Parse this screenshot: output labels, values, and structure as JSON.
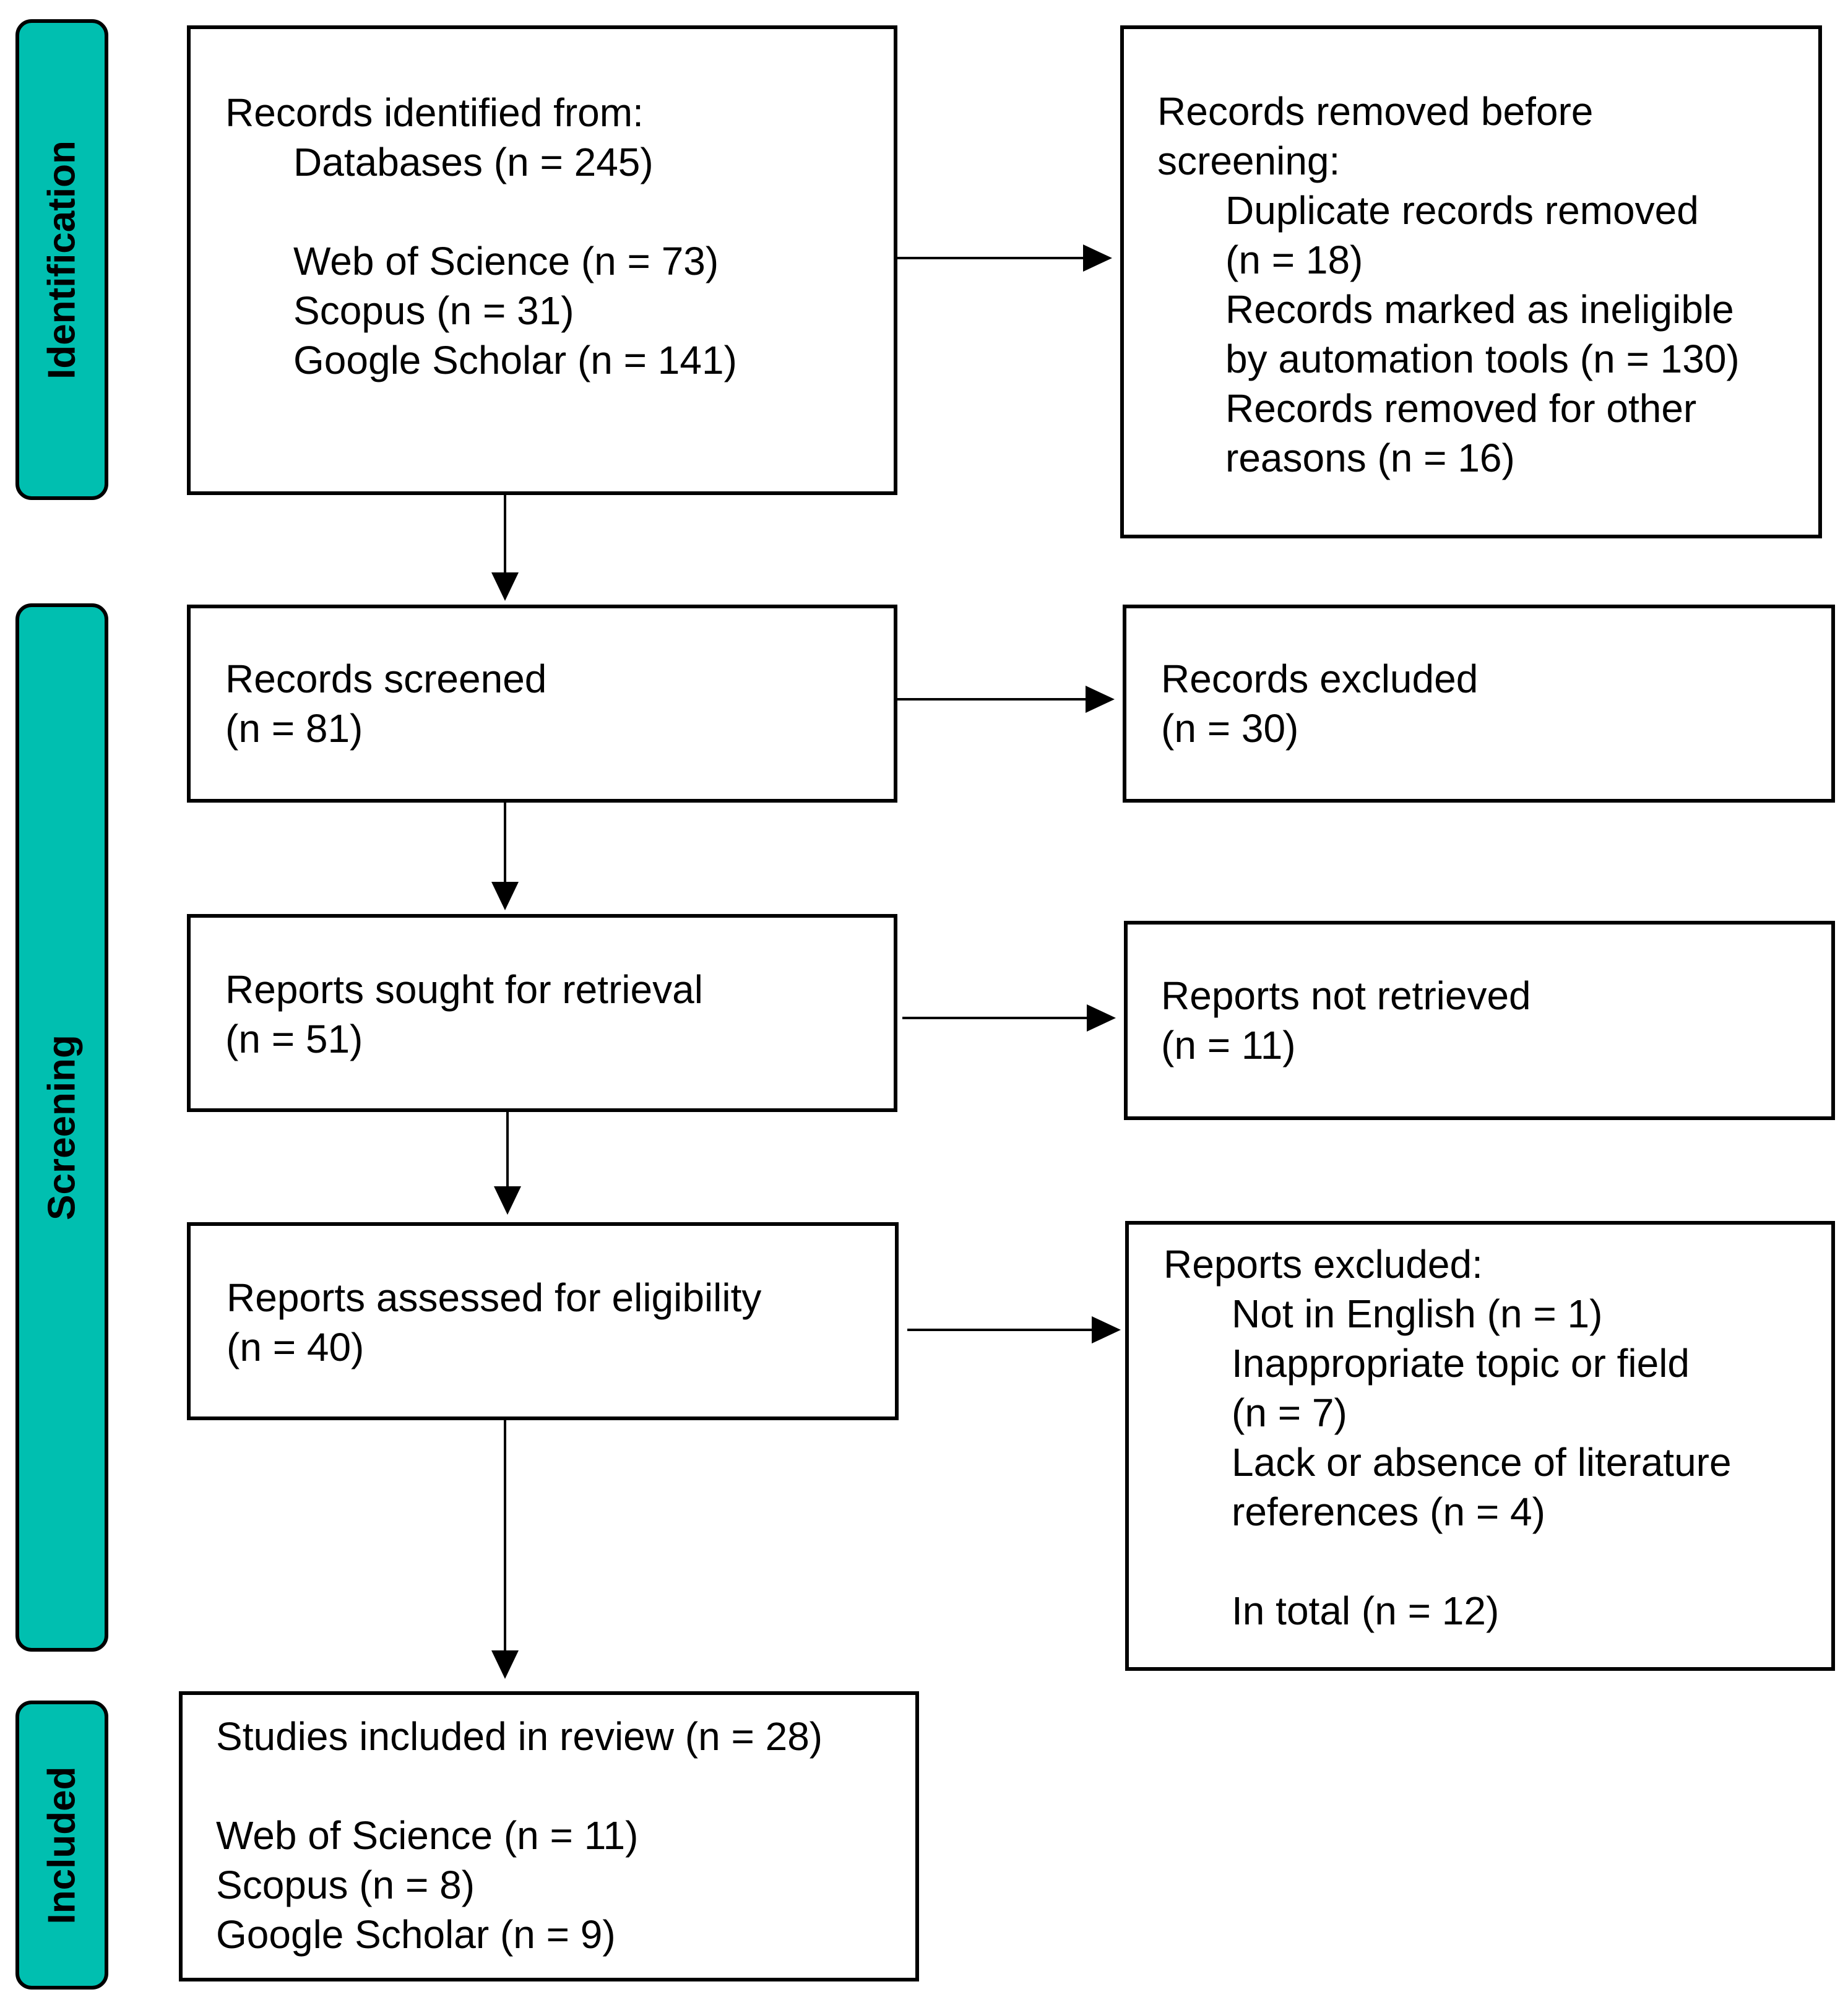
{
  "phases": {
    "identification": "Identification",
    "screening": "Screening",
    "included": "Included"
  },
  "identification_box": {
    "title": "Records identified from:",
    "databases": "Databases (n = 245)",
    "sources": [
      "Web of Science (n = 73)",
      "Scopus (n = 31)",
      "Google Scholar (n = 141)"
    ]
  },
  "removed_box": {
    "title_lines": [
      "Records removed before",
      "screening:"
    ],
    "items": [
      "Duplicate records removed",
      "(n = 18)",
      "Records marked as ineligible",
      "by automation tools (n = 130)",
      "Records removed for other",
      "reasons (n = 16)"
    ]
  },
  "screened_box": {
    "lines": [
      "Records screened",
      "(n = 81)"
    ]
  },
  "excluded_box": {
    "lines": [
      "Records excluded",
      "(n = 30)"
    ]
  },
  "sought_box": {
    "lines": [
      "Reports sought for retrieval",
      "(n = 51)"
    ]
  },
  "not_retrieved_box": {
    "lines": [
      "Reports not retrieved",
      "(n = 11)"
    ]
  },
  "assessed_box": {
    "lines": [
      "Reports assessed for eligibility",
      "(n = 40)"
    ]
  },
  "reports_excluded_box": {
    "title": "Reports excluded:",
    "items": [
      "Not in English (n = 1)",
      "Inappropriate topic or field",
      "(n = 7)",
      "Lack or absence of literature",
      "references (n = 4)"
    ],
    "total": "In total (n = 12)"
  },
  "included_box": {
    "title": "Studies included in review (n = 28)",
    "sources": [
      "Web of Science (n = 11)",
      "Scopus (n = 8)",
      "Google Scholar (n = 9)"
    ]
  },
  "colors": {
    "phase": "#00BFB0",
    "line": "#000000"
  }
}
